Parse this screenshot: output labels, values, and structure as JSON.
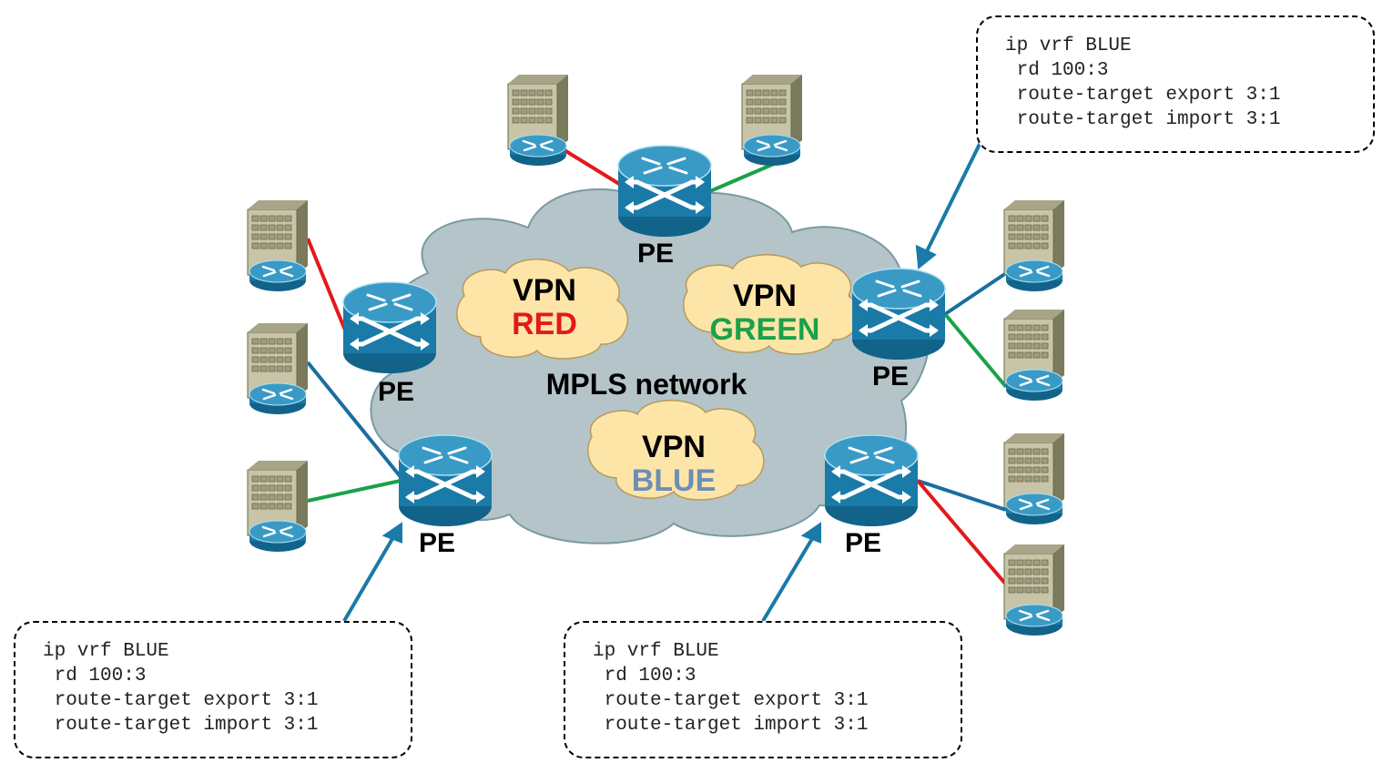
{
  "diagram": {
    "title": "MPLS network",
    "core_label": "MPLS network",
    "pe_label": "PE",
    "vpns": [
      {
        "name": "VPN",
        "color_name": "RED",
        "color": "#e3191b"
      },
      {
        "name": "VPN",
        "color_name": "GREEN",
        "color": "#1aa14a"
      },
      {
        "name": "VPN",
        "color_name": "BLUE",
        "color": "#6e8db8"
      }
    ],
    "link_colors": {
      "red": "#e3191b",
      "green": "#1aa14a",
      "blue": "#1a6ea0"
    },
    "colors": {
      "cloud": "#b4c4c8",
      "vpn_cloud": "#fde5a8",
      "router": "#1a7aa8",
      "arrow": "#1a7aa8"
    },
    "config_boxes": [
      {
        "position": "top-right",
        "lines": [
          "ip vrf BLUE",
          " rd 100:3",
          " route-target export 3:1",
          " route-target import 3:1"
        ]
      },
      {
        "position": "bottom-left",
        "lines": [
          "ip vrf BLUE",
          " rd 100:3",
          " route-target export 3:1",
          " route-target import 3:1"
        ]
      },
      {
        "position": "bottom-center",
        "lines": [
          "ip vrf BLUE",
          " rd 100:3",
          " route-target export 3:1",
          " route-target import 3:1"
        ]
      }
    ]
  }
}
